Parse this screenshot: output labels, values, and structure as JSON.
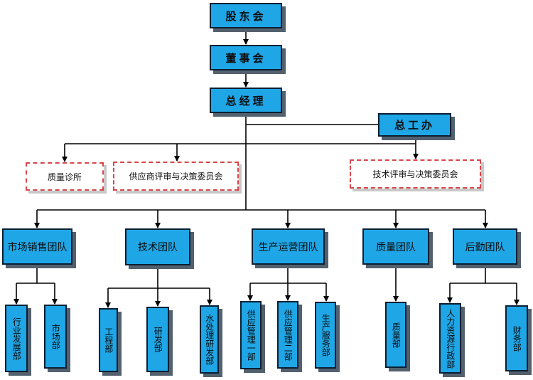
{
  "org": {
    "shareholders": "股东会",
    "board": "董事会",
    "gm": "总经理",
    "gm_office": "总工办",
    "committees": {
      "quality_clinic": "质量诊所",
      "supplier_review": "供应商评审与决策委员会",
      "tech_review": "技术评审与决策委员会"
    },
    "teams": [
      {
        "label": "市场销售团队",
        "departments": [
          "行业发展部",
          "市场部"
        ]
      },
      {
        "label": "技术团队",
        "departments": [
          "工程部",
          "研发部",
          "水处理研发部"
        ]
      },
      {
        "label": "生产运营团队",
        "departments": [
          "供应管理一部",
          "供应管理二部",
          "生产服务部"
        ]
      },
      {
        "label": "质量团队",
        "departments": [
          "质量部"
        ]
      },
      {
        "label": "后勤团队",
        "departments": [
          "人力资源行政部",
          "财务部"
        ]
      }
    ]
  },
  "colors": {
    "box_fill": "#1fa6e6",
    "box_border": "#0a1f33",
    "shadow": "#53606e",
    "committee_border": "#d9464a",
    "line": "#000000"
  }
}
